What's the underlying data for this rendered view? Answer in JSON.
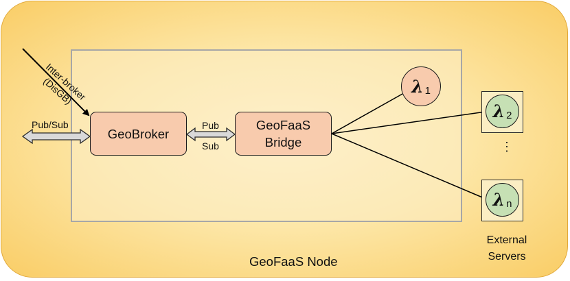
{
  "node": {
    "label": "GeoFaaS Node"
  },
  "geobroker": {
    "label": "GeoBroker"
  },
  "bridge": {
    "line1": "GeoFaaS",
    "line2": "Bridge"
  },
  "client_link": {
    "label": "Pub/Sub"
  },
  "broker_bridge_link": {
    "pub": "Pub",
    "sub": "Sub"
  },
  "inter_broker": {
    "line1": "Inter-broker",
    "line2": "(DisGB)"
  },
  "functions": [
    {
      "symbol": "λ",
      "subscript": "1"
    },
    {
      "symbol": "λ",
      "subscript": "2"
    },
    {
      "symbol": "λ",
      "subscript": "n"
    }
  ],
  "ellipsis": "⋮",
  "external_servers": {
    "line1": "External",
    "line2": "Servers"
  },
  "colors": {
    "node_fill": "#f9cd66",
    "block_fill": "#f8cbad",
    "remote_function_fill": "#c6e0b4",
    "inner_border": "#a7a7a7"
  }
}
